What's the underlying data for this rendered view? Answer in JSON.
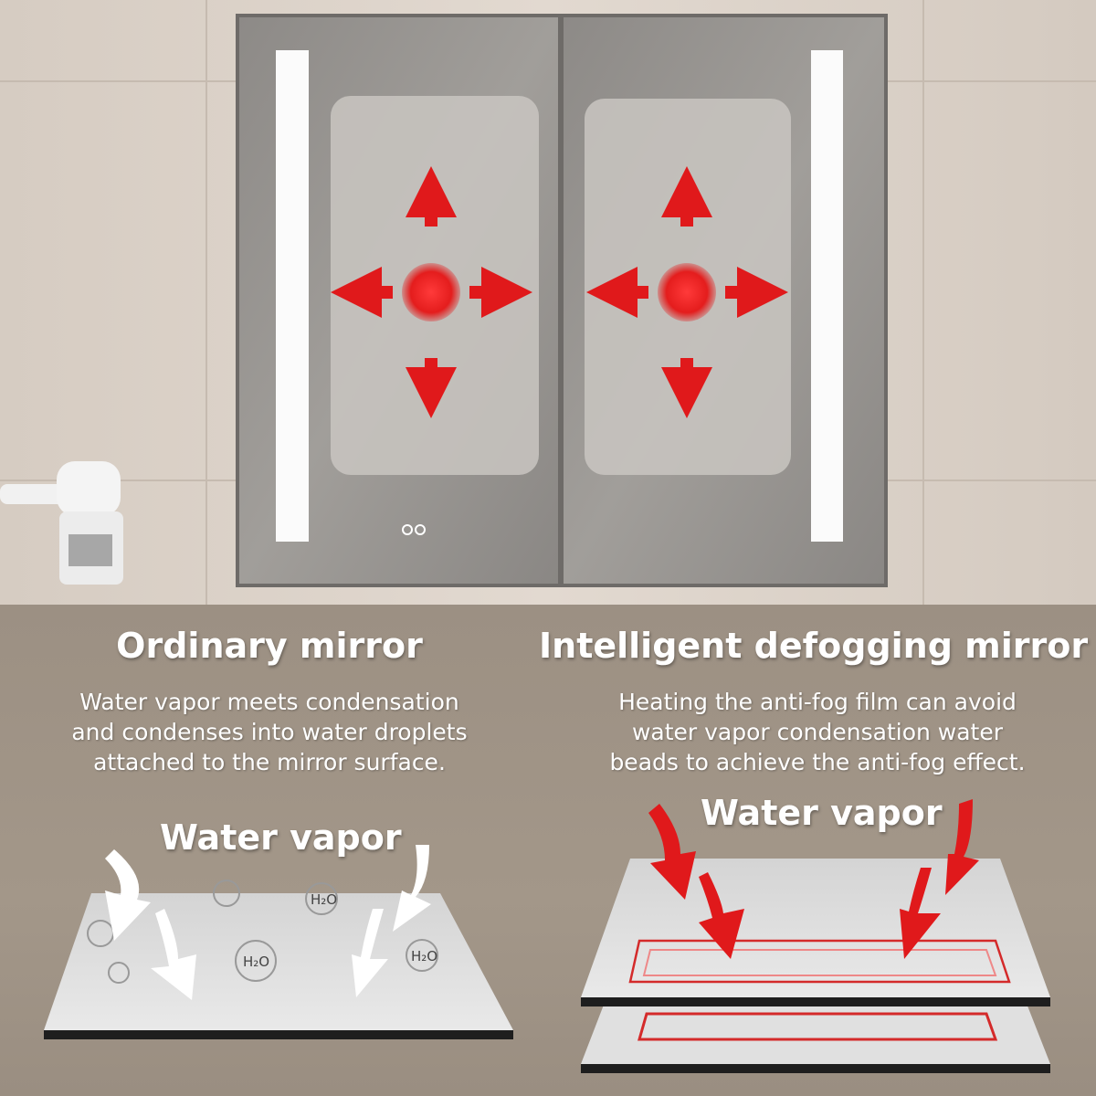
{
  "colors": {
    "arrow_red": "#e0191b",
    "heat_line": "#d42a2a",
    "panel_bg": "#9d9184",
    "wall_bg": "#dcd2c8"
  },
  "icons": [
    "heat-source-circle",
    "arrow-up",
    "arrow-down",
    "arrow-left",
    "arrow-right",
    "vapor-arrow",
    "touch-button"
  ],
  "left": {
    "title": "Ordinary mirror",
    "description": [
      "Water vapor meets condensation",
      "and condenses into water droplets",
      "attached to the mirror surface."
    ],
    "vapor_label": "Water vapor",
    "droplet_label": "H₂O"
  },
  "right": {
    "title": "Intelligent defogging mirror",
    "description": [
      "Heating the anti-fog film can avoid",
      "water vapor condensation water",
      "beads to achieve the anti-fog effect."
    ],
    "vapor_label": "Water vapor"
  }
}
